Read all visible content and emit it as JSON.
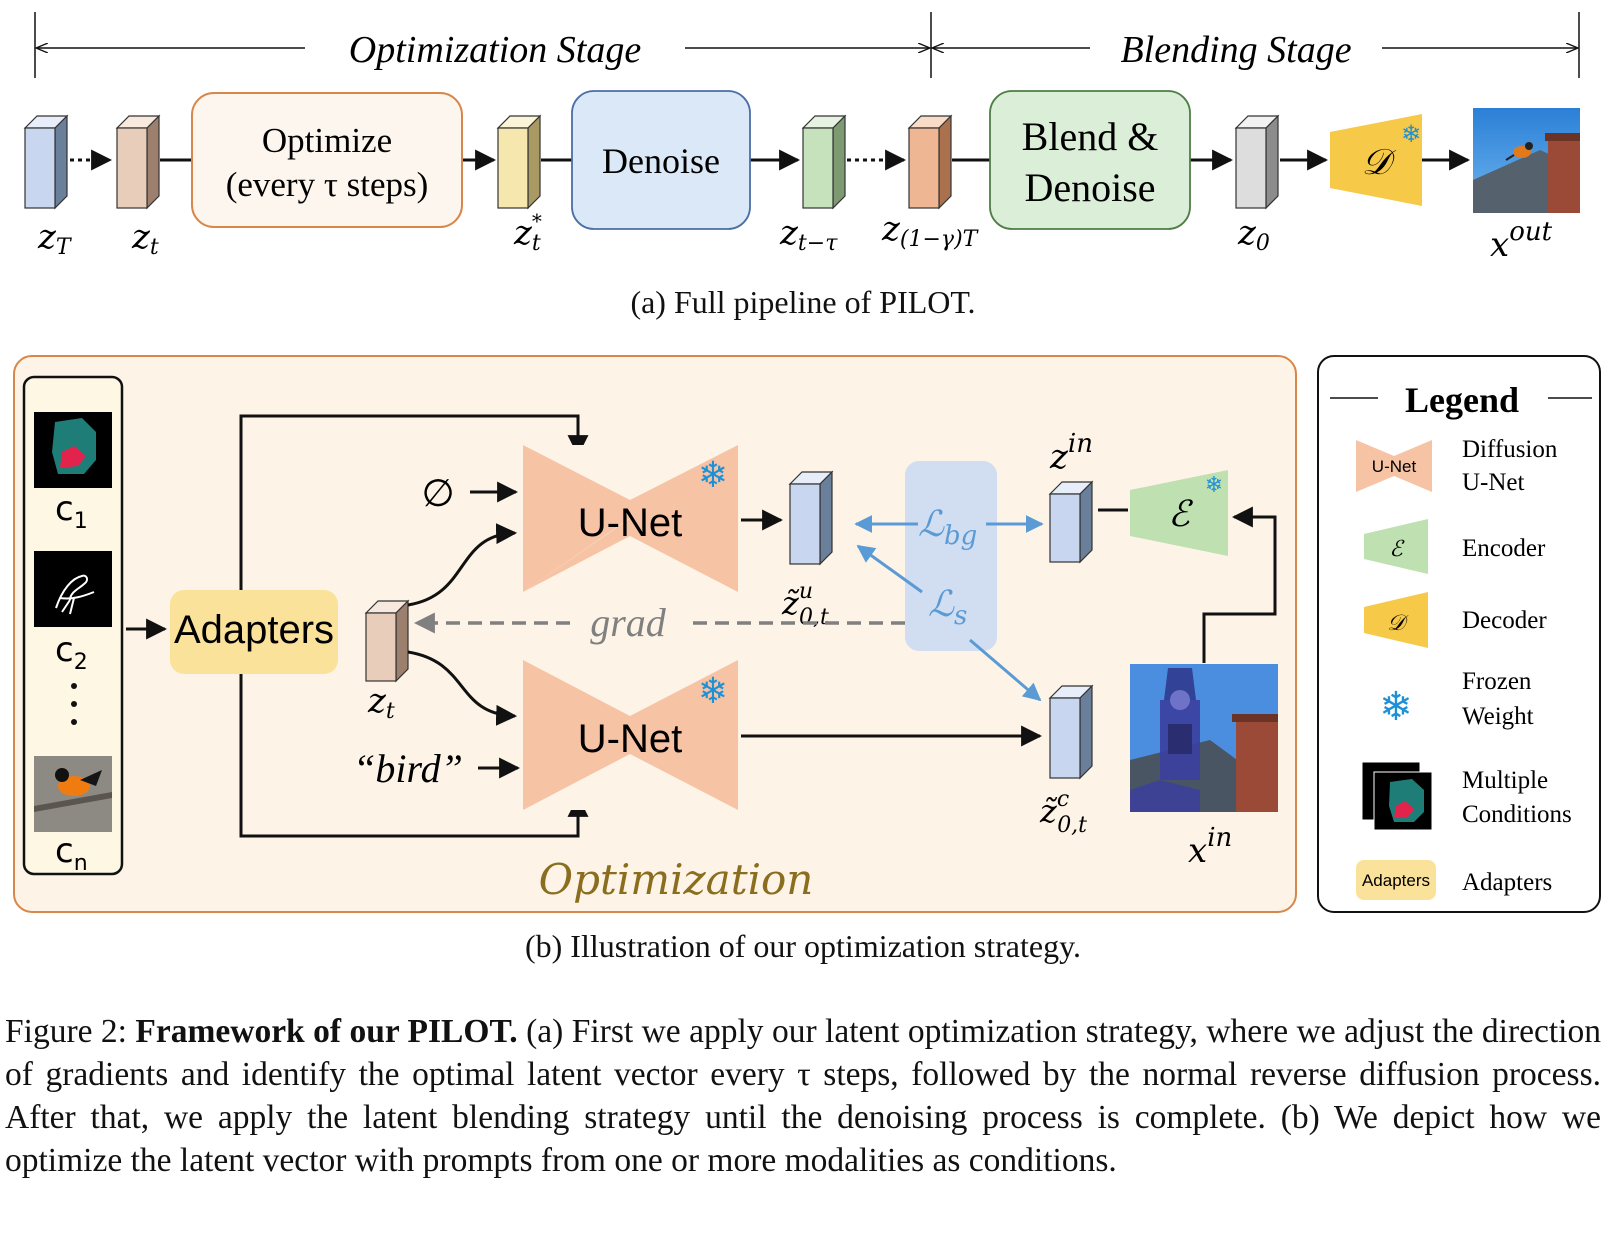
{
  "stage_labels": {
    "optimization": "Optimization Stage",
    "blending": "Blending Stage"
  },
  "pipeline": {
    "boxes": {
      "optimize_line1": "Optimize",
      "optimize_line2": "(every τ steps)",
      "denoise": "Denoise",
      "blend_line1": "Blend &",
      "blend_line2": "Denoise",
      "decoder": "𝒟"
    },
    "latents": {
      "zT": "zT",
      "zt": "zt",
      "zt_star": "z*t",
      "zt_tau": "zt−τ",
      "z_gamma": "z(1−γ)T",
      "z0": "z0",
      "xout": "xout"
    }
  },
  "caption_a": "(a) Full pipeline of PILOT.",
  "optimization": {
    "conditions": [
      "c1",
      "c2",
      "⋮",
      "cn"
    ],
    "adapters_label": "Adapters",
    "unet_label": "U-Net",
    "null_symbol": "∅",
    "prompt": "“bird”",
    "grad_label": "grad",
    "loss_bg": "ℒbg",
    "loss_s": "ℒs",
    "encoder": "ℰ",
    "latent_labels": {
      "zt": "zt",
      "z0u": "z̃u0,t",
      "z0c": "z̃c0,t",
      "zin": "zin",
      "xin": "xin"
    },
    "title": "Optimization"
  },
  "legend": {
    "title": "Legend",
    "items": [
      {
        "sym": "U-Net",
        "text_line1": "Diffusion",
        "text_line2": "U-Net"
      },
      {
        "sym": "ℰ",
        "text_line1": "Encoder",
        "text_line2": ""
      },
      {
        "sym": "𝒟",
        "text_line1": "Decoder",
        "text_line2": ""
      },
      {
        "sym": "❄",
        "text_line1": "Frozen",
        "text_line2": "Weight"
      },
      {
        "sym": "",
        "text_line1": "Multiple",
        "text_line2": "Conditions"
      },
      {
        "sym": "Adapters",
        "text_line1": "Adapters",
        "text_line2": ""
      }
    ]
  },
  "caption_b": "(b) Illustration of our optimization strategy.",
  "figure_caption": {
    "prefix": "Figure 2: ",
    "bold": "Framework of our PILOT.",
    "rest": " (a) First we apply our latent optimization strategy, where we adjust the direction of gradients and identify the optimal latent vector every τ steps, followed by the normal reverse diffusion process. After that, we apply the latent blending strategy until the denoising process is complete. (b) We depict how we optimize the latent vector with prompts from one or more modalities as conditions."
  },
  "colors": {
    "unet": "#f6c3a5",
    "encoder": "#bfe0b0",
    "decoder": "#f7c948",
    "adapter": "#fbe29a",
    "frozen": "#1e90d6",
    "loss_arrow": "#5b9bd5",
    "loss_panel": "#c9d8f2",
    "opt_panel": "#fdf4e7",
    "opt_border": "#d8874a",
    "optimize_box": "#fdf6ee",
    "denoise_box": "#dae8f7",
    "blend_box": "#dbeed8",
    "grad": "#808080",
    "opt_title": "#8a6d1e"
  }
}
